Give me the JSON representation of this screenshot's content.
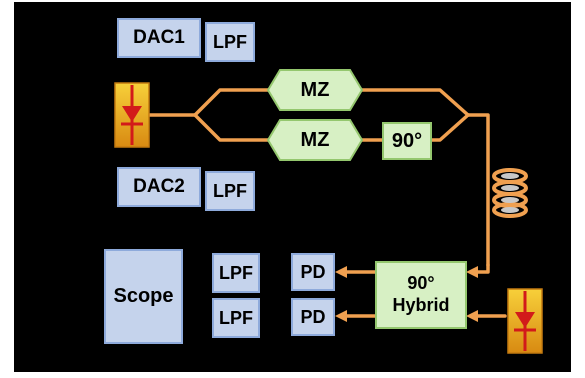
{
  "colors": {
    "background": "#000000",
    "wire": "#f0a050",
    "blue_fill": "#c5d3ec",
    "green_fill": "#d7f0c4",
    "laser_fill": "#f1c21b",
    "laser_symbol": "#d21a1a"
  },
  "blocks": {
    "dac1": "DAC1",
    "dac2": "DAC2",
    "lpf_top": "LPF",
    "lpf_mid": "LPF",
    "lpf_out1": "LPF",
    "lpf_out2": "LPF",
    "mz_top": "MZ",
    "mz_bottom": "MZ",
    "phase_shift": "90°",
    "scope": "Scope",
    "pd1": "PD",
    "pd2": "PD",
    "hybrid_line1": "90°",
    "hybrid_line2": "Hybrid"
  },
  "icons": {
    "tx_laser": "laser-diode-icon",
    "lo_laser": "laser-diode-icon",
    "fiber": "fiber-spool-icon"
  }
}
